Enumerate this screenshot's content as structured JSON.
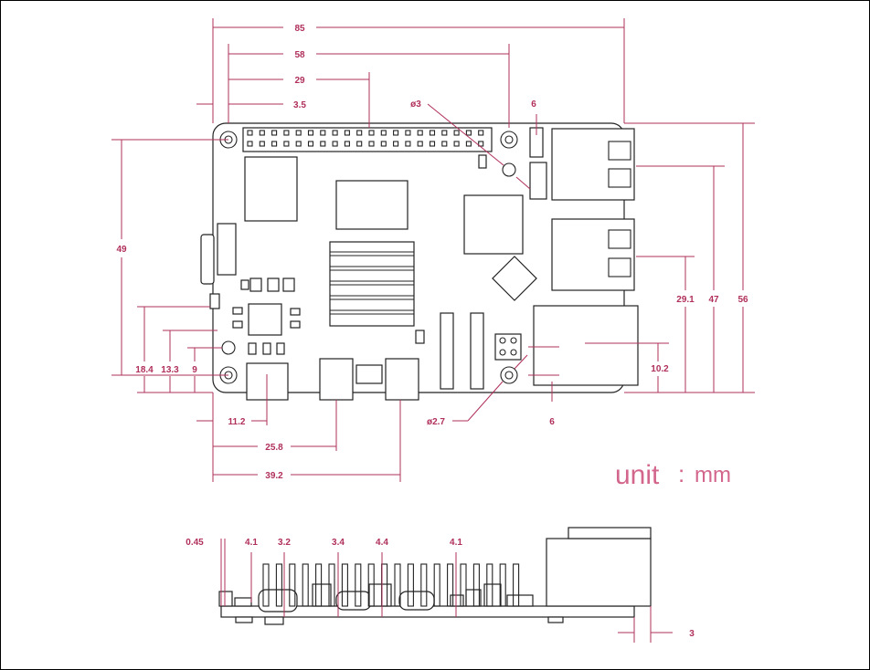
{
  "top_view": {
    "width_labels": {
      "overall": "85",
      "gpio_end": "58",
      "gpio_center": "29",
      "gpio_start": "3.5"
    },
    "hole_labels": {
      "phi3": "ø3",
      "phi2_7": "ø2.7",
      "six_top": "6",
      "six_bottom": "6"
    },
    "left_labels": {
      "h49": "49",
      "h18_4": "18.4",
      "h13_3": "13.3",
      "h9": "9"
    },
    "right_labels": {
      "h29_1": "29.1",
      "h47": "47",
      "h56": "56",
      "h10_2": "10.2"
    },
    "bottom_labels": {
      "b11_2": "11.2",
      "b25_8": "25.8",
      "b39_2": "39.2"
    }
  },
  "unit_label": {
    "prefix": "unit",
    "colon": ":",
    "value": "mm"
  },
  "side_view": {
    "labels": {
      "t0_45": "0.45",
      "t4_1a": "4.1",
      "t3_2": "3.2",
      "t3_4": "3.4",
      "t4_4": "4.4",
      "t4_1b": "4.1",
      "t3": "3"
    }
  },
  "colors": {
    "dimension": "#b0305a",
    "unit_text": "#d2668c",
    "outline": "#222222"
  }
}
